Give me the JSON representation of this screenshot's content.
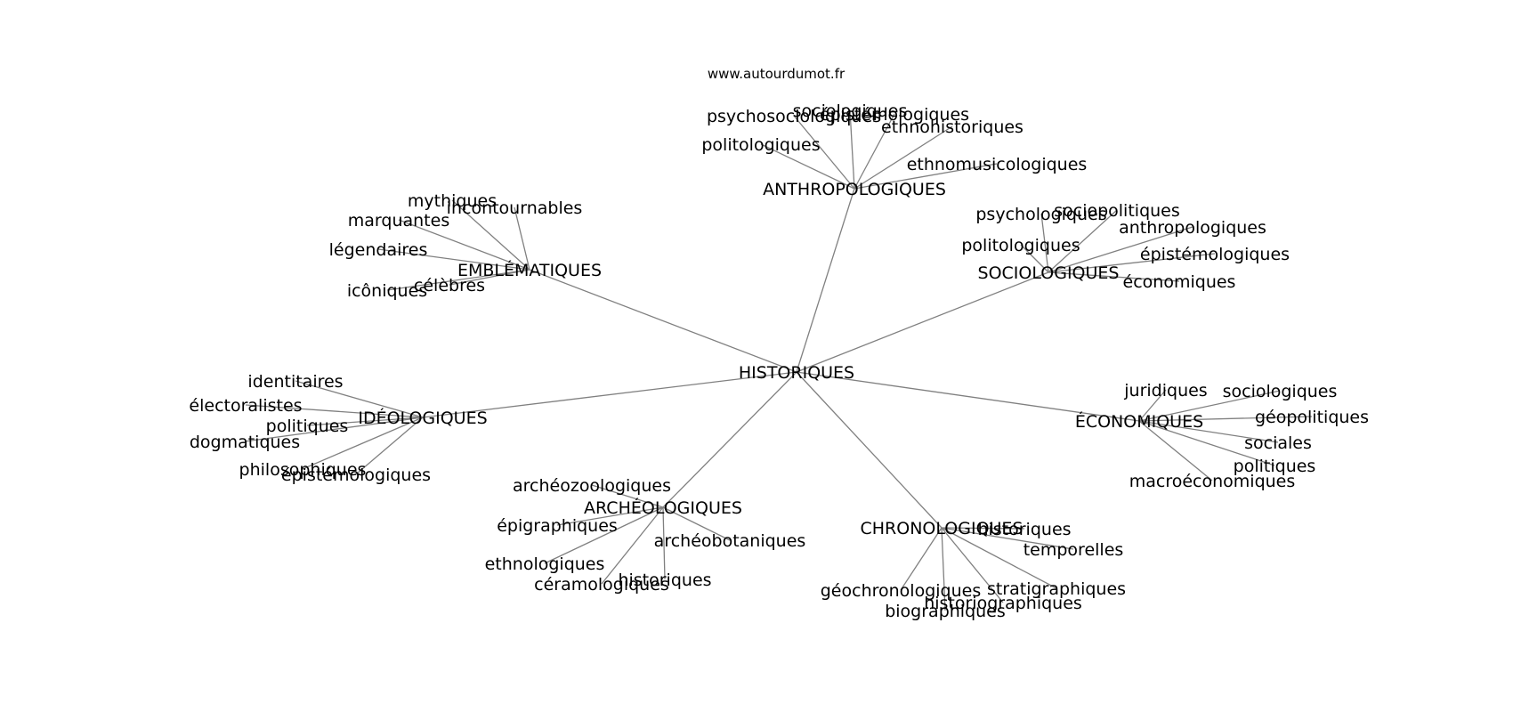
{
  "watermark": "www.autourdumot.fr",
  "colors": {
    "edge": "#808080",
    "text": "#000000",
    "background": "#ffffff"
  },
  "graph": {
    "center": "HISTORIQUES",
    "groups": [
      {
        "hub": "ANTHROPOLOGIQUES",
        "leaves": [
          "psychosociologiques",
          "sociologiques",
          "épistémologiques",
          "ethnohistoriques",
          "politologiques",
          "ethnomusicologiques"
        ]
      },
      {
        "hub": "EMBLÉMATIQUES",
        "leaves": [
          "mythiques",
          "incontournables",
          "marquantes",
          "légendaires",
          "icôniques",
          "célèbres"
        ]
      },
      {
        "hub": "SOCIOLOGIQUES",
        "leaves": [
          "psychologiques",
          "sociopolitiques",
          "anthropologiques",
          "politologiques",
          "épistémologiques",
          "économiques"
        ]
      },
      {
        "hub": "IDÉOLOGIQUES",
        "leaves": [
          "identitaires",
          "électoralistes",
          "politiques",
          "dogmatiques",
          "philosophiques",
          "épistémologiques"
        ]
      },
      {
        "hub": "ÉCONOMIQUES",
        "leaves": [
          "juridiques",
          "sociologiques",
          "géopolitiques",
          "sociales",
          "politiques",
          "macroéconomiques"
        ]
      },
      {
        "hub": "ARCHÉOLOGIQUES",
        "leaves": [
          "archéozoologiques",
          "épigraphiques",
          "archéobotaniques",
          "ethnologiques",
          "céramologiques",
          "historiques"
        ]
      },
      {
        "hub": "CHRONOLOGIQUES",
        "leaves": [
          "historiques",
          "temporelles",
          "géochronologiques",
          "stratigraphiques",
          "historiographiques",
          "biographiques"
        ]
      }
    ]
  }
}
